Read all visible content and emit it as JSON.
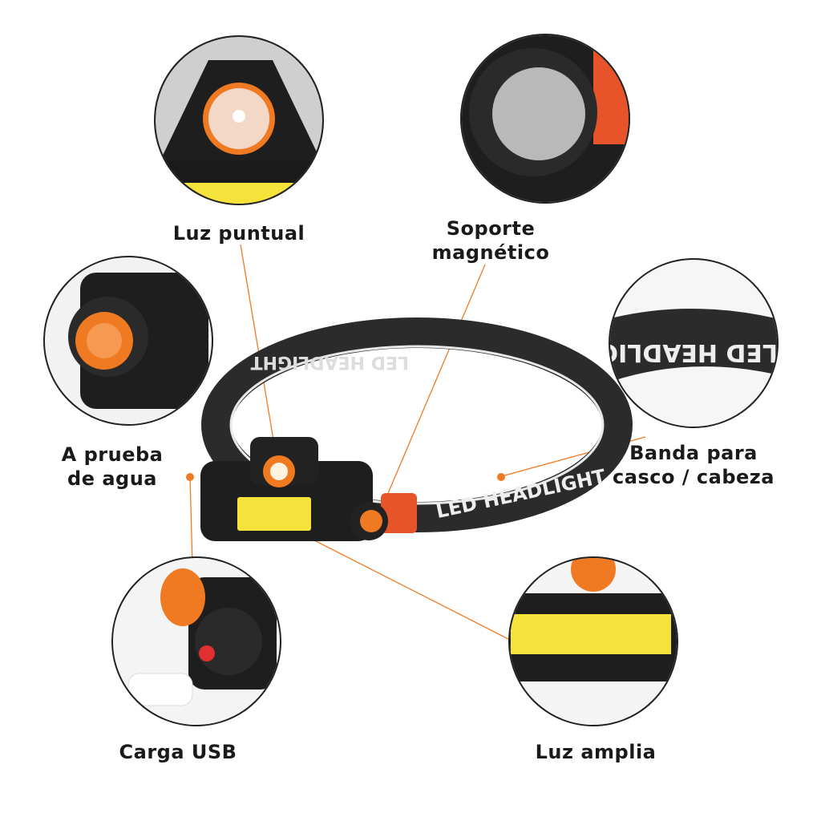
{
  "labels": {
    "spot_light": "Luz puntual",
    "magnetic_1": "Soporte",
    "magnetic_2": "magnético",
    "waterproof_1": "A prueba",
    "waterproof_2": "de agua",
    "band_1": "Banda para",
    "band_2": "casco / cabeza",
    "usb": "Carga USB",
    "wide_light": "Luz amplia"
  },
  "band_text": "LED HEADLIGHT",
  "colors": {
    "accent": "#f07a22",
    "cob": "#f5e23a",
    "body": "#1e1e1e"
  }
}
